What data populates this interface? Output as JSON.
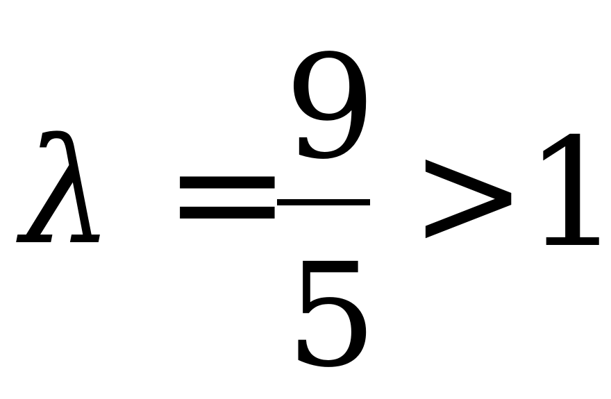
{
  "formula": {
    "lhs": "λ",
    "equals": "=",
    "fraction": {
      "numerator": "9",
      "denominator": "5"
    },
    "comparator": ">",
    "rhs": "1"
  },
  "colors": {
    "text": "#000000",
    "background": "#ffffff"
  }
}
